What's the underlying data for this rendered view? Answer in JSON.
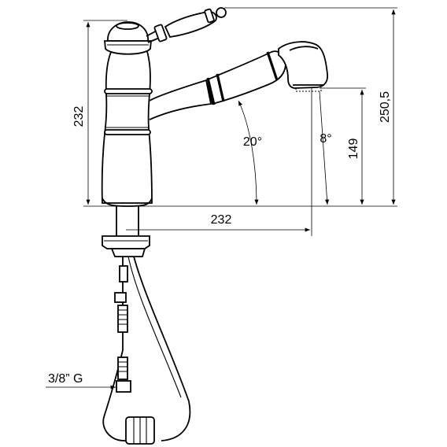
{
  "dimensions": {
    "body_height": "232",
    "spout_reach": "232",
    "overall_height": "250,5",
    "outlet_height": "149",
    "spout_angle": "20°",
    "spray_angle": "8°",
    "connection": "3/8” G"
  }
}
